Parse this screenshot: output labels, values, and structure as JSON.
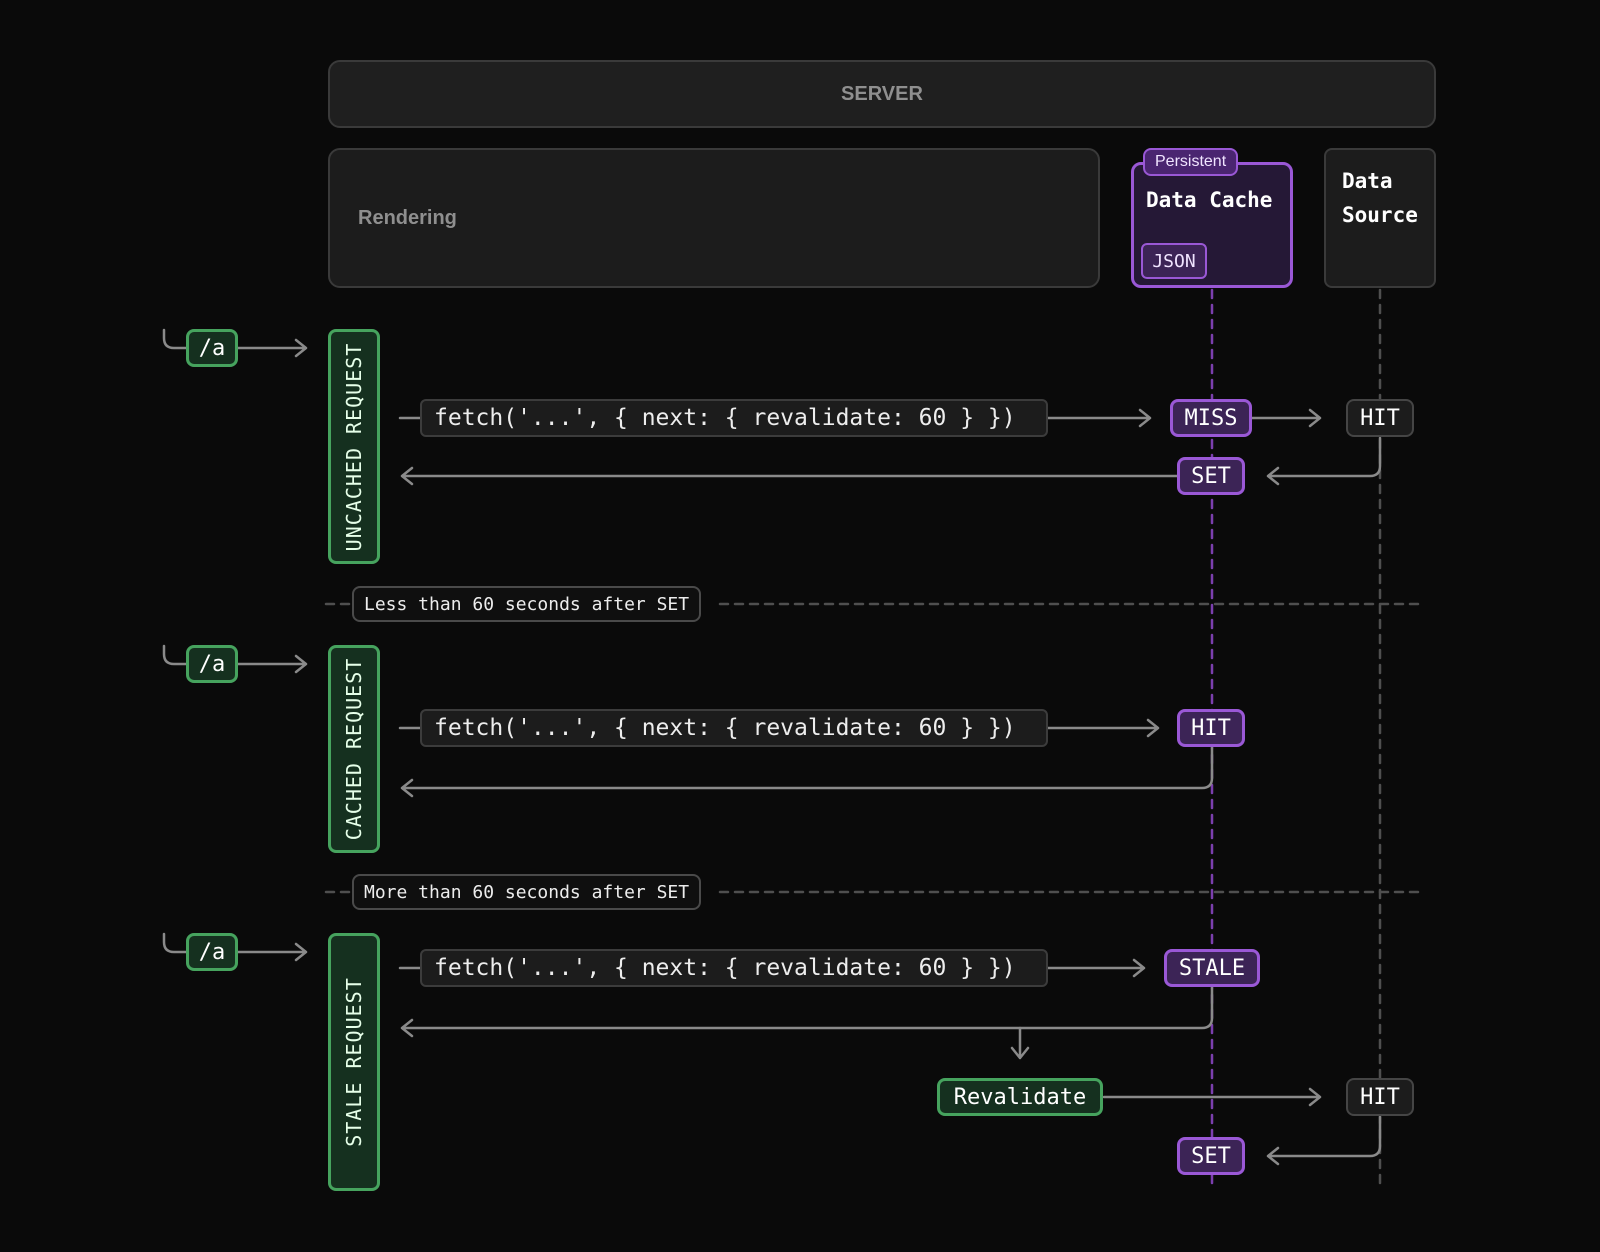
{
  "server": {
    "label": "SERVER"
  },
  "rendering": {
    "label": "Rendering"
  },
  "data_cache": {
    "badge": "Persistent",
    "title": "Data Cache",
    "format": "JSON"
  },
  "data_source": {
    "title": "Data\nSource"
  },
  "sections": [
    {
      "route": "/a",
      "label": "UNCACHED REQUEST",
      "fetch": "fetch('...', { next: { revalidate: 60 } })",
      "cache_status": "MISS",
      "source_status": "HIT",
      "cache_set": "SET"
    },
    {
      "separator": "Less than 60 seconds after SET",
      "route": "/a",
      "label": "CACHED REQUEST",
      "fetch": "fetch('...', { next: { revalidate: 60 } })",
      "cache_status": "HIT"
    },
    {
      "separator": "More than 60 seconds after SET",
      "route": "/a",
      "label": "STALE REQUEST",
      "fetch": "fetch('...', { next: { revalidate: 60 } })",
      "cache_status": "STALE",
      "revalidate": "Revalidate",
      "source_status": "HIT",
      "cache_set": "SET"
    }
  ],
  "colors": {
    "background": "#0a0a0a",
    "green_accent": "#46a35e",
    "purple_accent": "#9a58d6",
    "line": "#8a8a8a"
  }
}
